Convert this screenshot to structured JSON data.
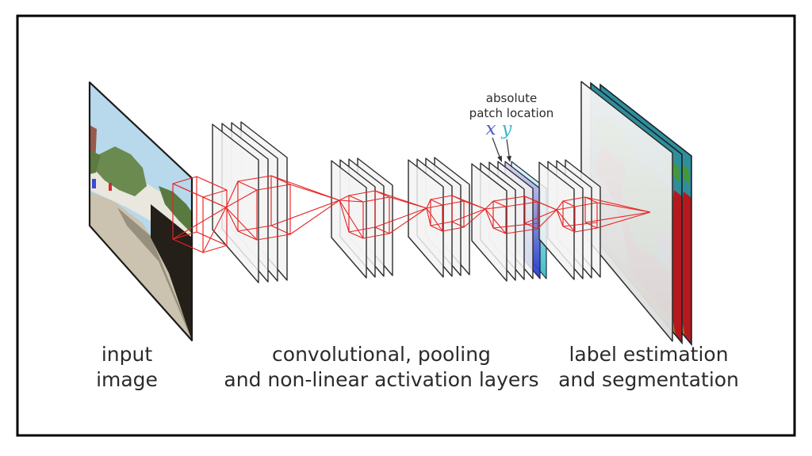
{
  "labels": {
    "input": [
      "input",
      "image"
    ],
    "middle": [
      "convolutional, pooling",
      "and non-linear activation layers"
    ],
    "output": [
      "label estimation",
      "and segmentation"
    ],
    "patch_location": [
      "absolute",
      "patch location"
    ],
    "x": "x",
    "y": "y"
  },
  "colors": {
    "wireframe_red": "#e82222",
    "x_layer_blue": "#2433cb",
    "y_layer_cyan": "#2fb4c9",
    "feature_layer_fill": "#f3f3f3",
    "feature_layer_stroke": "#2d2d2d",
    "frame_border": "#000000",
    "x_label_blue": "#4a5ec8",
    "y_label_cyan": "#3cb8cd",
    "segmentation_palette": {
      "sky_teal": "#2f8e99",
      "vegetation_green": "#46973b",
      "building_dark_red": "#9e2e31",
      "road_gray": "#8d8d8d",
      "sidewalk_brown": "#a9771f",
      "right_edge_crimson": "#b5191e",
      "marking_purple": "#9b3fc0"
    }
  }
}
